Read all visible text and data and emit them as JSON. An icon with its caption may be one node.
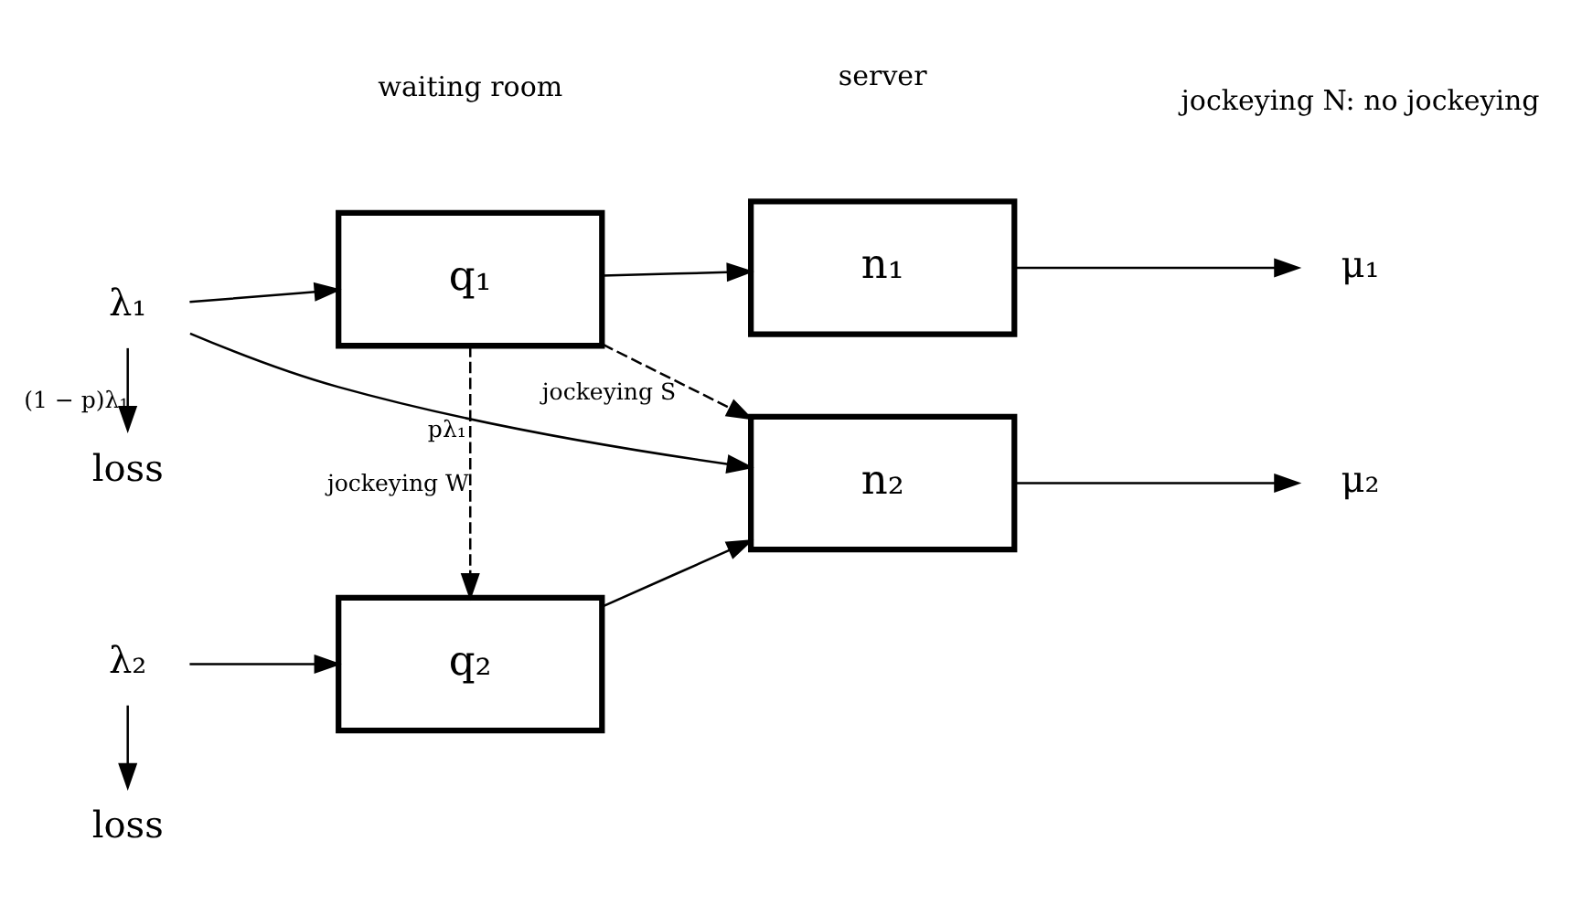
{
  "diagram": {
    "nodes": [
      {
        "text": [
          "loss"
        ]
      },
      {
        "text": [
          "λ₁"
        ]
      },
      {
        "text": [
          "q₁"
        ]
      },
      {
        "text": [
          "n₁"
        ]
      },
      {
        "text": [
          "μ₁"
        ]
      },
      {
        "text": [
          "λ₂"
        ]
      },
      {
        "text": [
          "q₂"
        ]
      },
      {
        "text": [
          "n₂"
        ]
      },
      {
        "text": [
          "μ₂"
        ]
      },
      {
        "text": [
          "loss"
        ]
      }
    ],
    "edges": [
      {
        "from": 1,
        "to": 2,
        "arrow": "to"
      },
      {
        "from": 1,
        "to": 0,
        "arrow": "to",
        "label": "(1 − p)λ₁"
      },
      {
        "from": 1,
        "to": 7,
        "arrow": "to",
        "label": "pλ₁"
      },
      {
        "from": 2,
        "to": 3,
        "arrow": "to"
      },
      {
        "from": 3,
        "to": 4,
        "arrow": "to"
      },
      {
        "from": 2,
        "to": 6,
        "arrow": "to",
        "style": "dashed",
        "label": "jockeying W"
      },
      {
        "from": 2,
        "to": 7,
        "arrow": "to",
        "style": "dashed",
        "label": "jockeying S"
      },
      {
        "from": 5,
        "to": 6,
        "arrow": "to"
      },
      {
        "from": 5,
        "to": 9,
        "arrow": "to"
      },
      {
        "from": 6,
        "to": 7,
        "arrow": "to"
      },
      {
        "from": 7,
        "to": 8,
        "arrow": "to"
      }
    ],
    "labels": [
      "waiting room",
      "server",
      "jockeying N: no jockeying"
    ]
  }
}
